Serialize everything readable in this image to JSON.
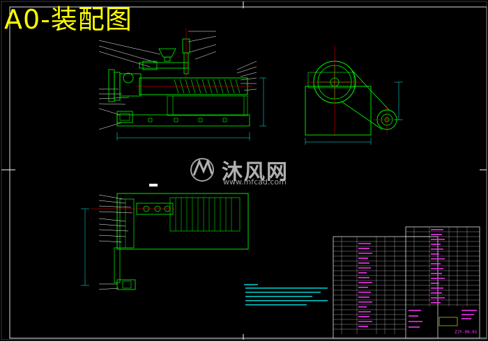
{
  "drawing": {
    "title": "A0-装配图",
    "watermark_brand": "沐风网",
    "watermark_url": "www.mfcad.com",
    "drawing_number": "ZJY-09-01"
  },
  "colors": {
    "background": "#000000",
    "title": "#ffff00",
    "geometry": "#00ff00",
    "dimensions": "#00ffff",
    "leaders": "#ffffff",
    "title_block_text": "#ff33ff",
    "center_lines": "#ff0000",
    "frame": "#ffffff"
  }
}
